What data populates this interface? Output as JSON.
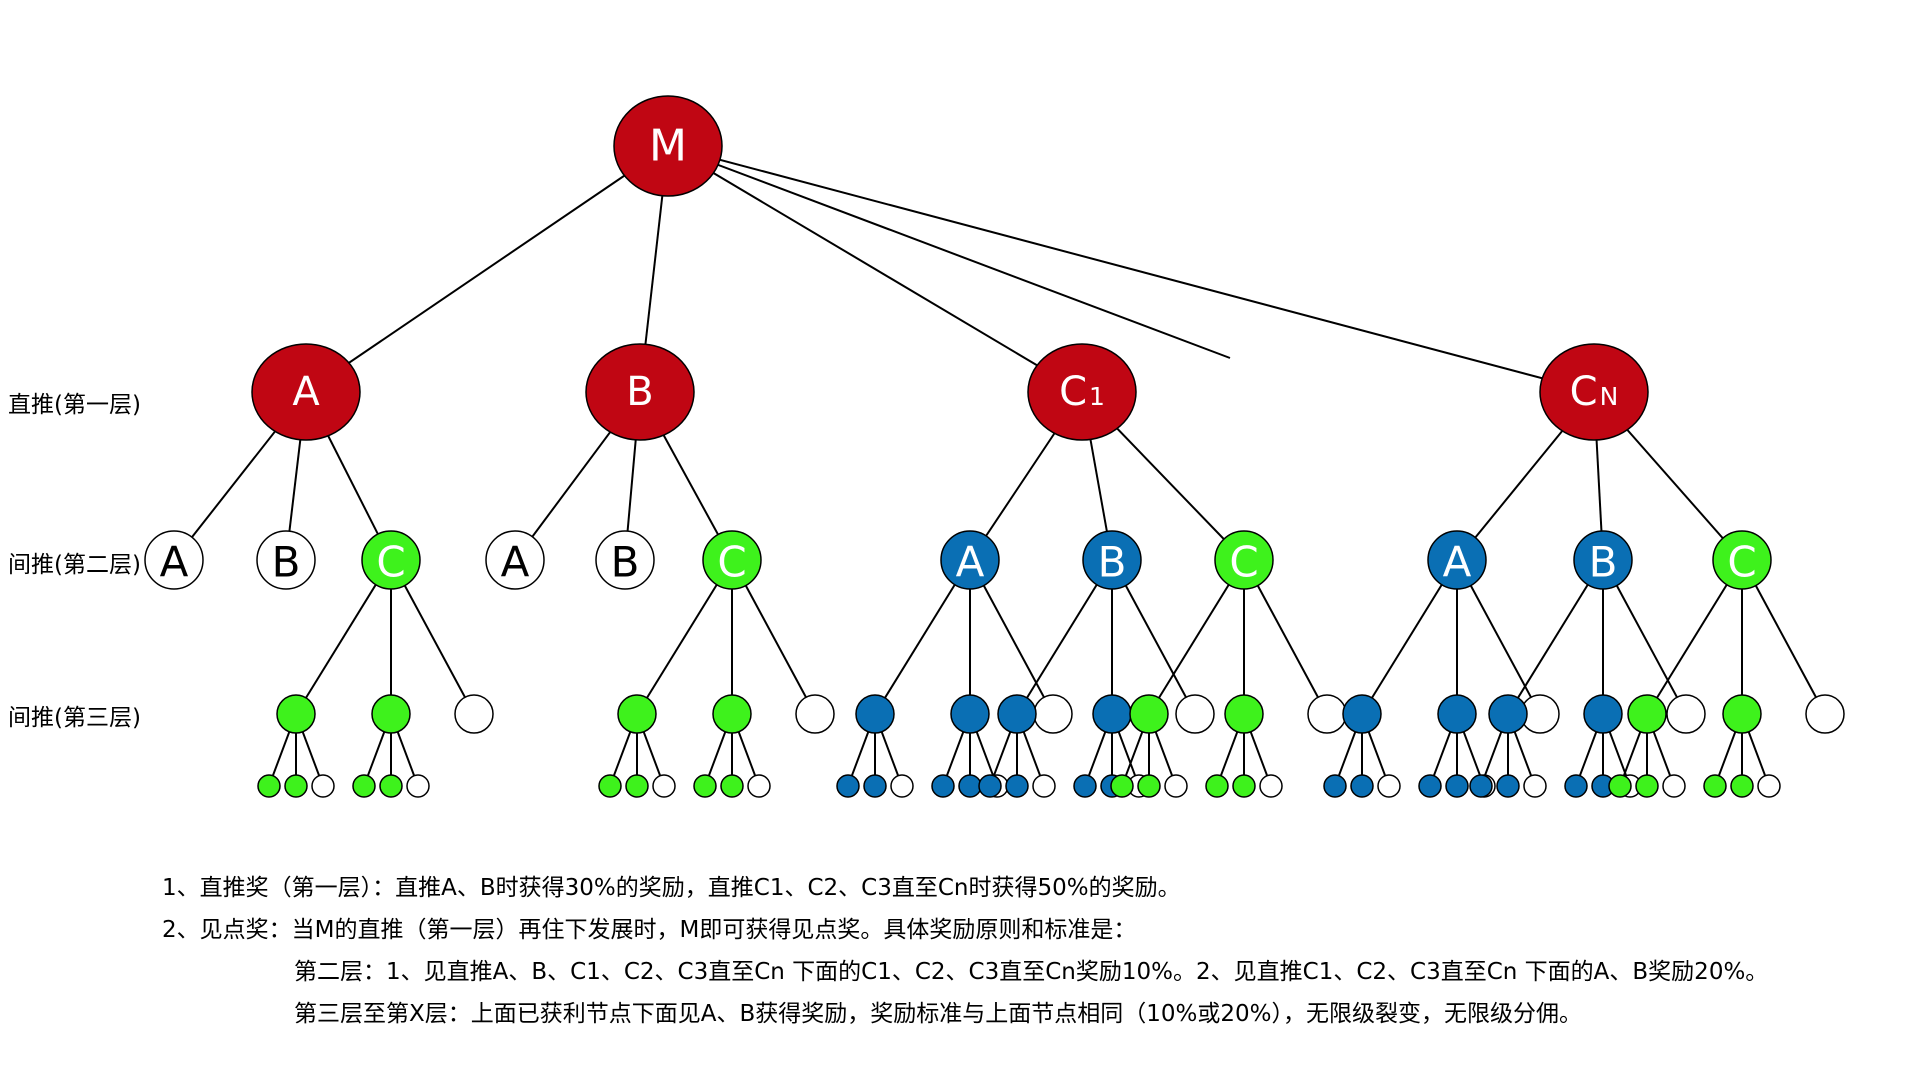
{
  "colors": {
    "red": "#c00613",
    "green": "#3ef21c",
    "blue": "#0a6fb4",
    "white": "#ffffff",
    "stroke": "#000000"
  },
  "levels": {
    "first": "直推(第一层)",
    "second": "间推(第二层)",
    "third": "间推(第三层)"
  },
  "nodes": {
    "M": "M",
    "A": "A",
    "B": "B",
    "C1_main": "C",
    "C1_sub": "1",
    "CN_main": "C",
    "CN_sub": "N",
    "A2": "A",
    "B2": "B",
    "C2": "C"
  },
  "notes": [
    "1、直推奖（第一层）：直推A、B时获得30%的奖励，直推C1、C2、C3直至Cn时获得50%的奖励。",
    "2、见点奖：当M的直推（第一层）再住下发展时，M即可获得见点奖。具体奖励原则和标准是：",
    "第二层：1、见直推A、B、C1、C2、C3直至Cn 下面的C1、C2、C3直至Cn奖励10%。2、见直推C1、C2、C3直至Cn 下面的A、B奖励20%。",
    "第三层至第X层：上面已获利节点下面见A、B获得奖励，奖励标准与上面节点相同（10%或20%），无限级裂变，无限级分佣。"
  ]
}
